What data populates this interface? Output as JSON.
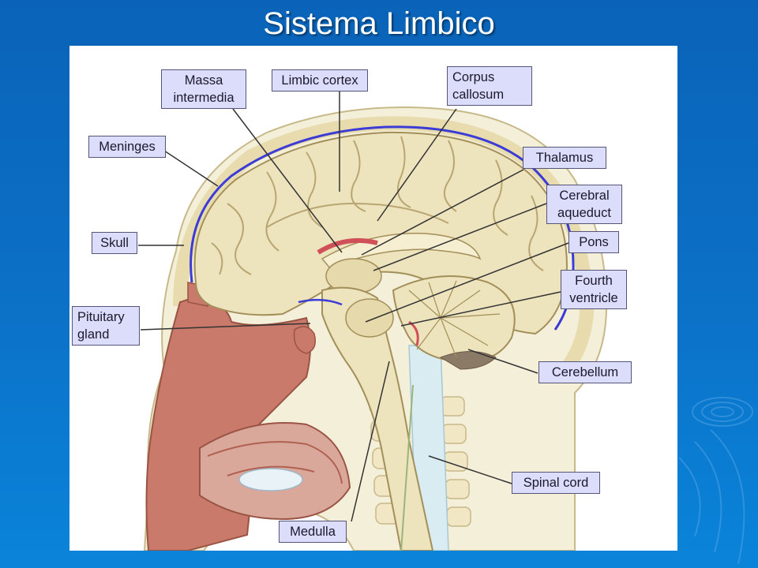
{
  "slide": {
    "title": "Sistema Limbico"
  },
  "labels": {
    "massa_intermedia": "Massa\nintermedia",
    "limbic_cortex": "Limbic cortex",
    "corpus_callosum": "Corpus\ncallosum",
    "meninges": "Meninges",
    "thalamus": "Thalamus",
    "cerebral_aqueduct": "Cerebral\naqueduct",
    "skull": "Skull",
    "pons": "Pons",
    "fourth_ventricle": "Fourth\nventricle",
    "pituitary_gland": "Pituitary\ngland",
    "cerebellum": "Cerebellum",
    "spinal_cord": "Spinal cord",
    "medulla": "Medulla"
  },
  "colors": {
    "background": "#0b70c6",
    "brain": "#ede3bd",
    "skin": "#c97a6a",
    "meninges": "#3b3bd6",
    "label_fill": "#dcdcfb"
  }
}
